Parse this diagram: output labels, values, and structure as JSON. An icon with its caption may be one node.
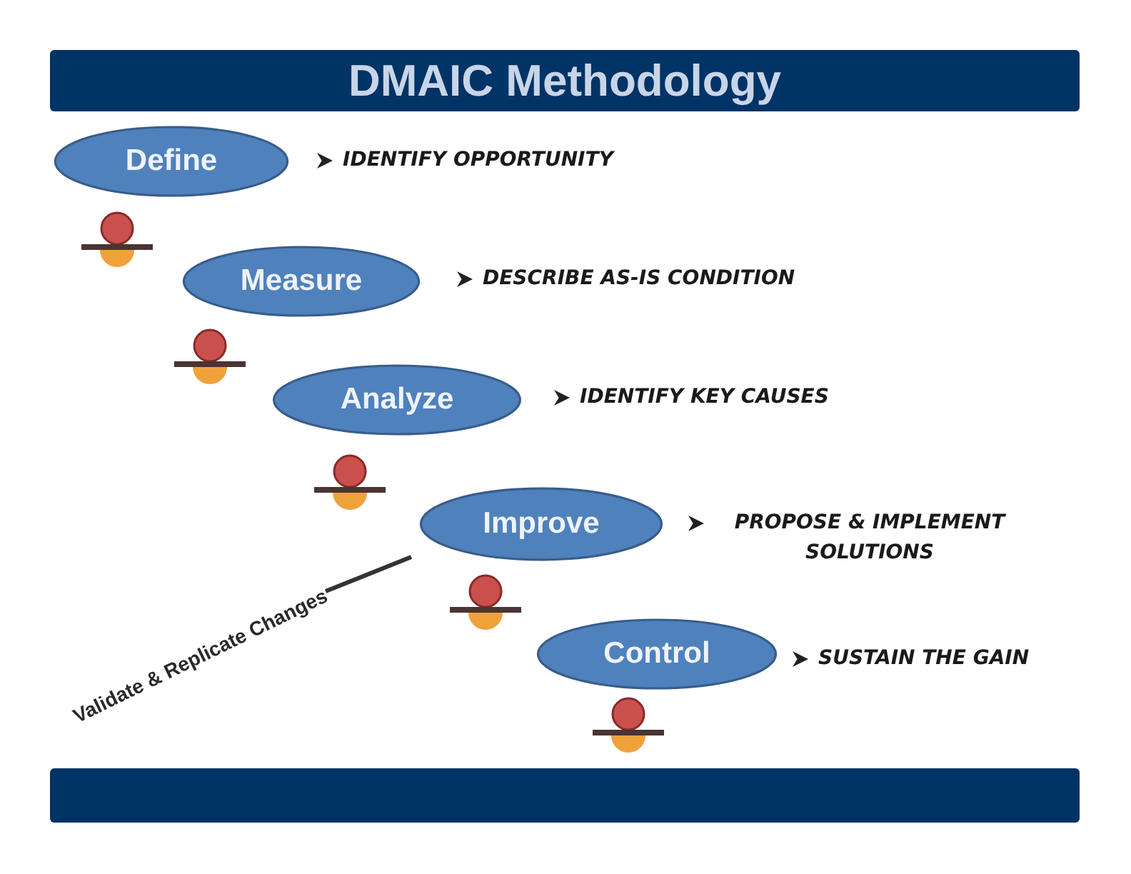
{
  "diagram": {
    "title": "DMAIC Methodology",
    "nodes": [
      {
        "text": [
          "Define"
        ],
        "beside": [
          "IDENTIFY OPPORTUNITY"
        ]
      },
      {
        "text": [
          "Measure"
        ],
        "beside": [
          "DESCRIBE AS-IS CONDITION"
        ]
      },
      {
        "text": [
          "Analyze"
        ],
        "beside": [
          "IDENTIFY KEY CAUSES"
        ]
      },
      {
        "text": [
          "Improve"
        ],
        "beside": [
          "PROPOSE & IMPLEMENT SOLUTIONS"
        ]
      },
      {
        "text": [
          "Control"
        ],
        "beside": [
          "SUSTAIN THE GAIN"
        ]
      }
    ],
    "labels": [
      "Validate & Replicate Changes"
    ]
  }
}
